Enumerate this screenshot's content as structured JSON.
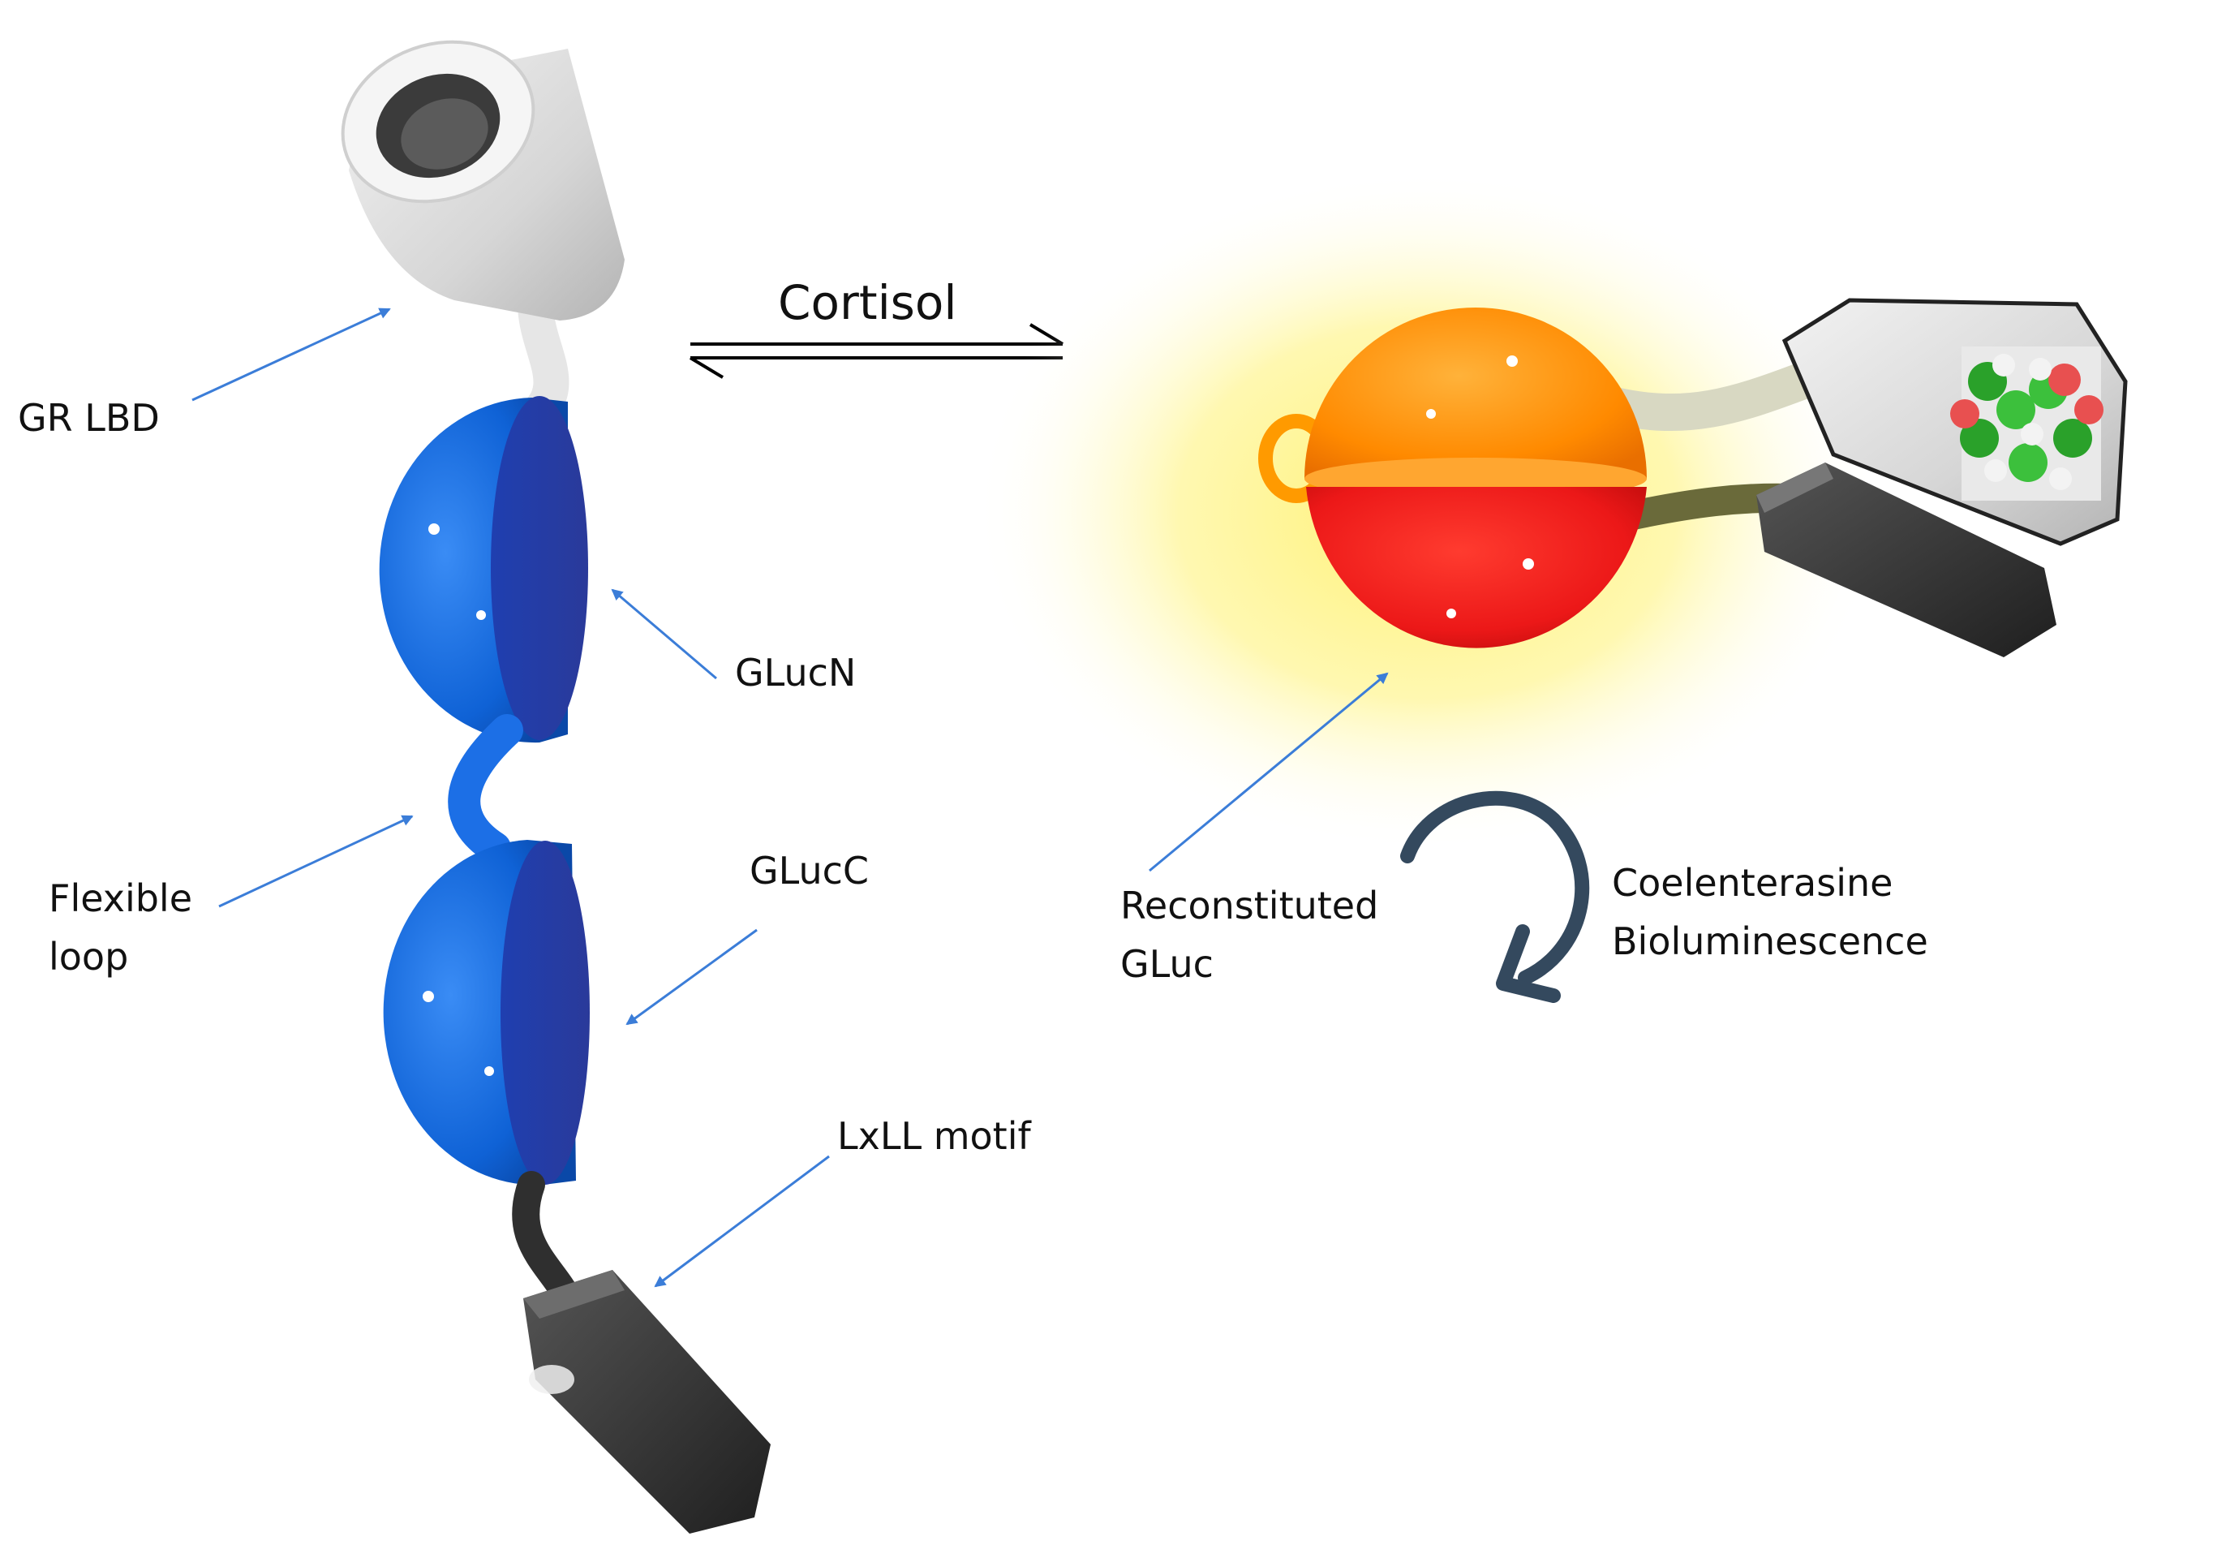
{
  "labels": {
    "gr_lbd": "GR LBD",
    "glucn": "GLucN",
    "flexible_loop_line1": "Flexible",
    "flexible_loop_line2": "loop",
    "glucc": "GLucC",
    "lxll_motif": "LxLL motif",
    "cortisol": "Cortisol",
    "reconstituted_line1": "Reconstituted",
    "reconstituted_line2": "GLuc",
    "coelenterasine_line1": "Coelenterasine",
    "coelenterasine_line2": "Bioluminescence"
  },
  "colors": {
    "gr_lbd_cylinder": "#d9d9d9",
    "gluc_halves_unbound": "#1565d8",
    "lxll_block": "#3a3a3a",
    "glucn_reconstituted": "#ff8a00",
    "glucc_reconstituted": "#ee1b1b",
    "glow": "#fff27a",
    "arrow_line": "#3b7dd8",
    "curved_arrow": "#34495e",
    "equilibrium_arrows": "#000000"
  }
}
